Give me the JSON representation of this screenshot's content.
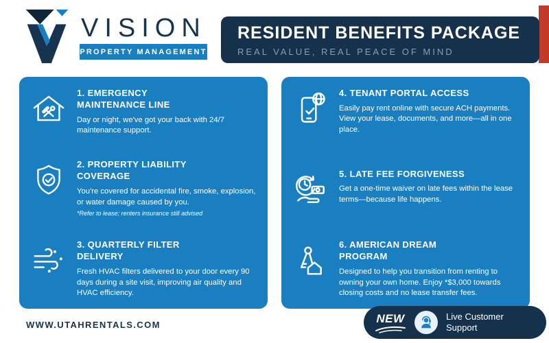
{
  "brand": {
    "name": "VISION",
    "tagline": "PROPERTY MANAGEMENT",
    "logo_icon": "vision-v-logo"
  },
  "banner": {
    "title": "RESIDENT BENEFITS PACKAGE",
    "subtitle": "REAL VALUE, REAL PEACE OF MIND"
  },
  "benefits": [
    {
      "icon": "house-tools-icon",
      "title": "1. EMERGENCY MAINTENANCE LINE",
      "body": "Day or night, we've got your back with 24/7 maintenance support."
    },
    {
      "icon": "shield-check-icon",
      "title": "2. PROPERTY LIABILITY COVERAGE",
      "body": "You're covered for accidental fire, smoke, explosion, or water damage caused by you.",
      "note": "*Refer to lease; renters insurance still advised"
    },
    {
      "icon": "air-flow-icon",
      "title": "3. QUARTERLY FILTER DELIVERY",
      "body": "Fresh HVAC filters delivered to your door every 90 days during a site visit, improving air quality and HVAC efficiency."
    },
    {
      "icon": "phone-globe-icon",
      "title": "4. TENANT PORTAL ACCESS",
      "body": "Easily pay rent online with secure ACH payments. View your lease, documents, and more—all in one place."
    },
    {
      "icon": "clock-money-hand-icon",
      "title": "5. LATE FEE FORGIVENESS",
      "body": "Get a one-time waiver on late fees within the lease terms—because life happens."
    },
    {
      "icon": "keys-house-icon",
      "title": "6. AMERICAN DREAM PROGRAM",
      "body": "Designed to help you transition from renting to owning your own home. Enjoy *$3,000 towards closing costs and no lease transfer fees."
    }
  ],
  "footer": {
    "website": "WWW.UTAHRENTALS.COM",
    "new_badge": "NEW",
    "support_label": "Live Customer Support",
    "support_icon": "headset-agent-icon"
  },
  "colors": {
    "navy": "#15314b",
    "card_blue": "#1a7fc1",
    "accent_red": "#c23b2a",
    "subtitle_blue": "#7fa3bd"
  }
}
